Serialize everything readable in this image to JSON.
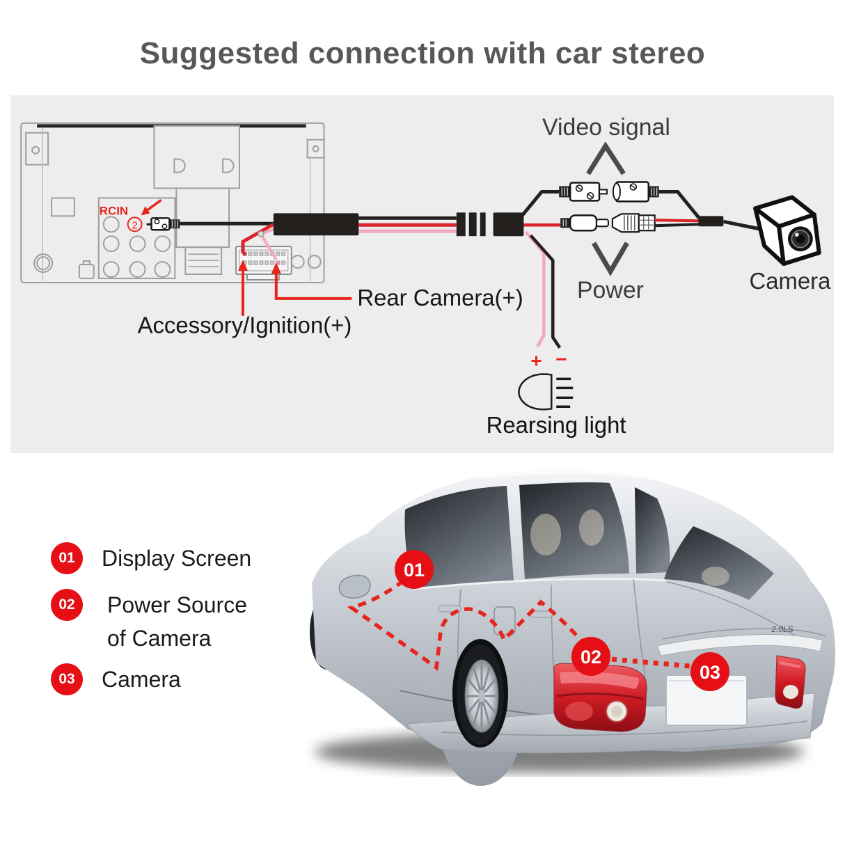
{
  "title": "Suggested connection with car stereo",
  "diagram": {
    "stereo": {
      "rcin": "RCIN",
      "circled_num": "2"
    },
    "wire_labels": {
      "rear_camera": "Rear Camera(+)",
      "accessory": "Accessory/Ignition(+)"
    },
    "connector_labels": {
      "video_signal": "Video signal",
      "power": "Power",
      "camera": "Camera"
    },
    "reversing": {
      "plus": "+",
      "minus": "−",
      "label": "Rearsing light"
    }
  },
  "car": {
    "badge": "2.0LS",
    "markers": {
      "m1": "01",
      "m2": "02",
      "m3": "03"
    }
  },
  "legend": [
    {
      "num": "01",
      "lines": [
        "Display Screen"
      ]
    },
    {
      "num": "02",
      "lines": [
        "Power Source",
        "of Camera"
      ]
    },
    {
      "num": "03",
      "lines": [
        "Camera"
      ]
    }
  ],
  "colors": {
    "accent_red": "#e60f16",
    "wire_red": "#d9252b",
    "wire_pink": "#f2a9c0",
    "wire_black": "#231f1c",
    "panel_gray": "#ededed",
    "title_gray": "#57585a"
  }
}
